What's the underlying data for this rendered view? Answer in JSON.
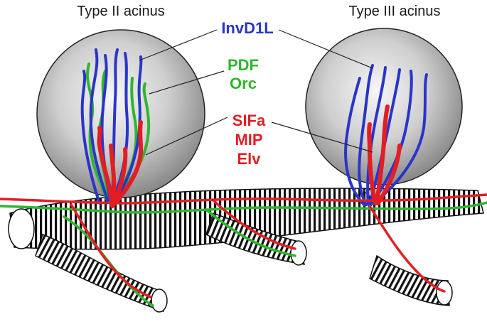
{
  "titles": {
    "left": "Type II acinus",
    "right": "Type III acinus"
  },
  "labels": {
    "blue": "InvD1L",
    "green_1": "PDF",
    "green_2": "Orc",
    "red_1": "SIFa",
    "red_2": "MIP",
    "red_3": "Elv"
  },
  "colors": {
    "blue": "#2a35c8",
    "green": "#2fb52f",
    "red": "#e21e24",
    "acinus_light": "#f4f4f4",
    "acinus_dark": "#8e8e8e",
    "duct_stroke": "#111111"
  }
}
